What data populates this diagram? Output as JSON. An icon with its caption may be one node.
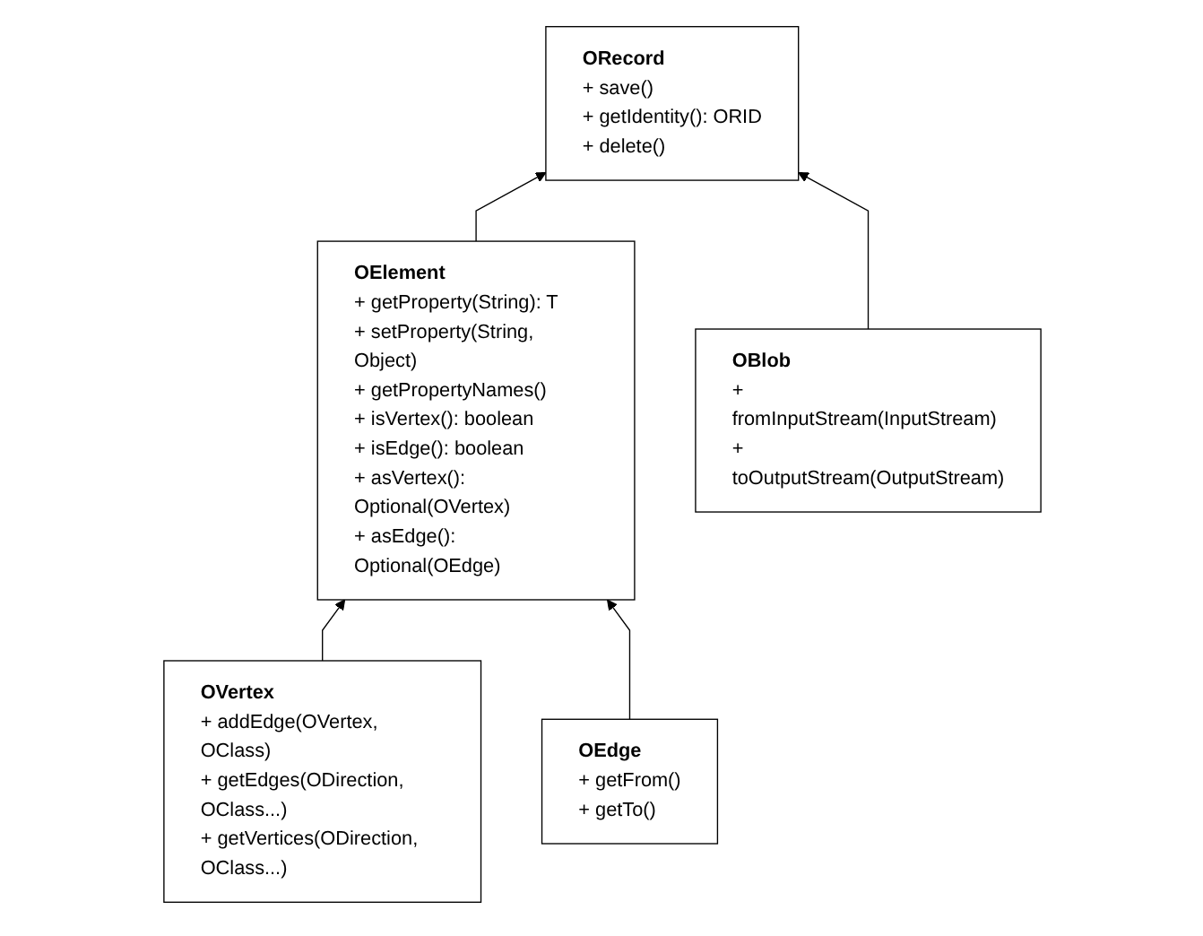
{
  "diagram": {
    "nodes": [
      {
        "text": [
          "ORecord",
          "+ save()",
          "+ getIdentity(): ORID",
          "+ delete()"
        ]
      },
      {
        "text": [
          "OElement",
          "+ getProperty(String): T",
          "+ setProperty(String, Object)",
          "+ getPropertyNames()",
          "+ isVertex(): boolean",
          "+ isEdge(): boolean",
          "+ asVertex(): Optional(OVertex)",
          "+ asEdge(): Optional(OEdge)"
        ]
      },
      {
        "text": [
          "OBlob",
          "+ fromInputStream(InputStream)",
          "+ toOutputStream(OutputStream)"
        ]
      },
      {
        "text": [
          "OVertex",
          "+ addEdge(OVertex, OClass)",
          "+ getEdges(ODirection, OClass...)",
          "+ getVertices(ODirection, OClass...)"
        ]
      },
      {
        "text": [
          "OEdge",
          "+ getFrom()",
          "+ getTo()"
        ]
      }
    ],
    "edges": [
      {
        "from": 1,
        "to": 0,
        "arrow": "to"
      },
      {
        "from": 2,
        "to": 0,
        "arrow": "to"
      },
      {
        "from": 3,
        "to": 1,
        "arrow": "to"
      },
      {
        "from": 4,
        "to": 1,
        "arrow": "to"
      }
    ]
  }
}
